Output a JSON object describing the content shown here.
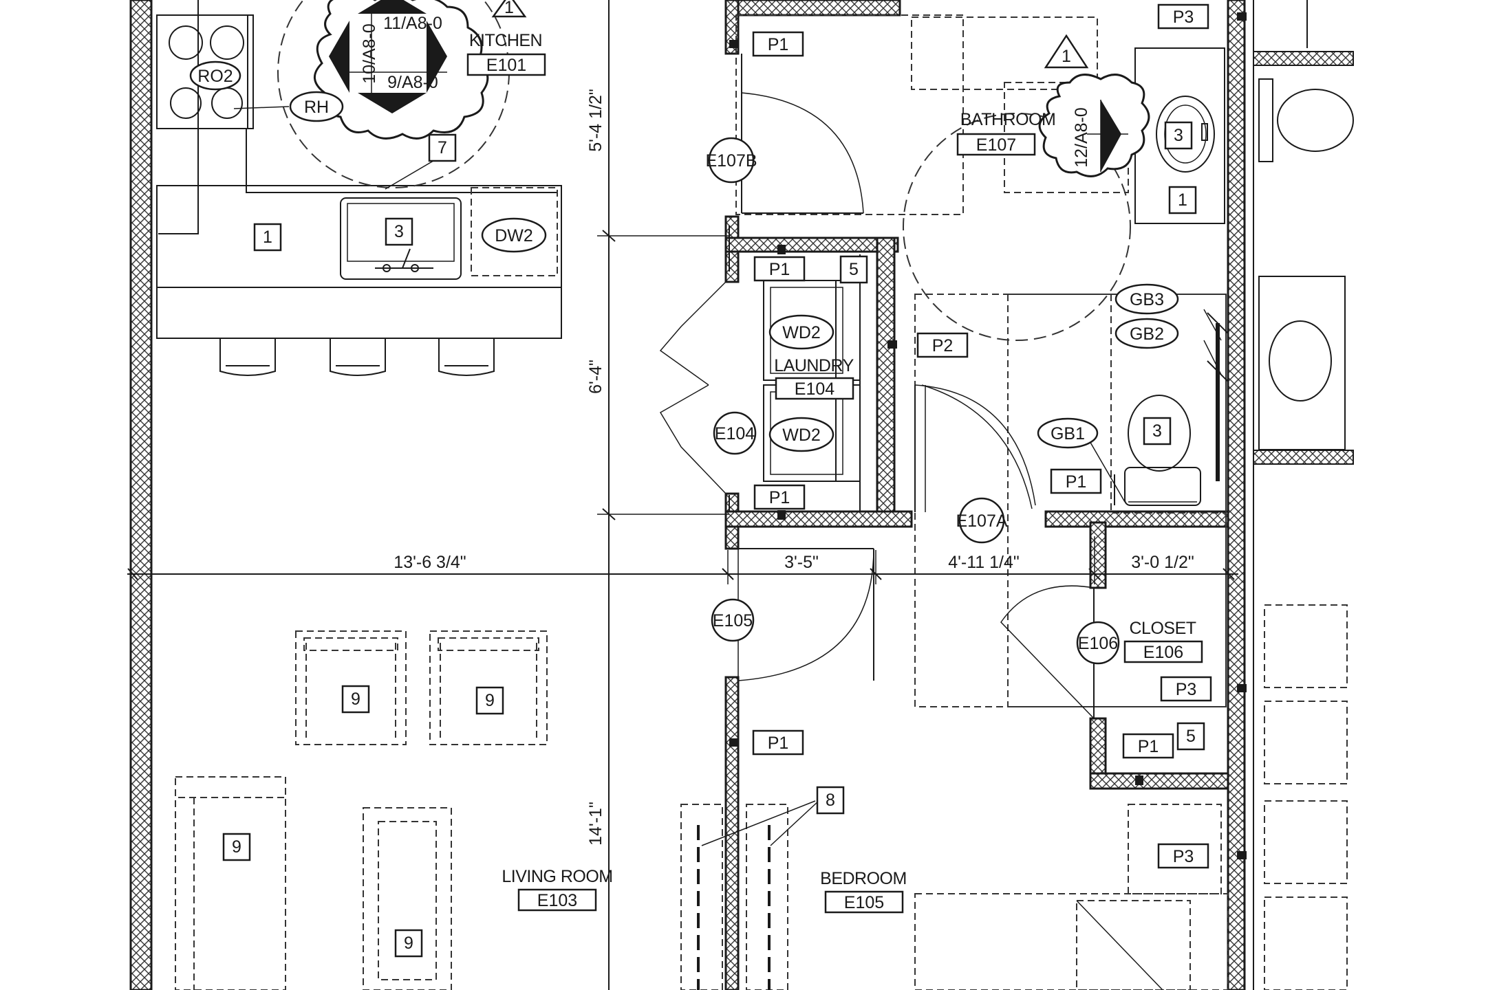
{
  "rooms": [
    {
      "name": "KITCHEN",
      "number": "E101"
    },
    {
      "name": "BATHROOM",
      "number": "E107"
    },
    {
      "name": "LAUNDRY",
      "number": "E104"
    },
    {
      "name": "CLOSET",
      "number": "E106"
    },
    {
      "name": "LIVING ROOM",
      "number": "E103"
    },
    {
      "name": "BEDROOM",
      "number": "E105"
    }
  ],
  "door_tags": [
    "E107B",
    "E104",
    "E107A",
    "E105",
    "E106"
  ],
  "equipment_tags": [
    "RO2",
    "RH",
    "DW2",
    "WD2",
    "WD2",
    "GB3",
    "GB2",
    "GB1"
  ],
  "panel_tags": [
    "P1",
    "P1",
    "P1",
    "P1",
    "P1",
    "P2",
    "P3",
    "P3",
    "P3"
  ],
  "keynotes": [
    "1",
    "3",
    "7",
    "5",
    "3",
    "1",
    "3",
    "5",
    "9",
    "9",
    "9",
    "9",
    "8"
  ],
  "revisions": [
    "1",
    "1"
  ],
  "section_refs": [
    "11/A8-0",
    "10/A8-0",
    "9/A8-0",
    "12/A8-0"
  ],
  "dimensions": [
    "5'-4 1/2\"",
    "6'-4\"",
    "14'-1\"",
    "13'-6 3/4\"",
    "3'-5\"",
    "4'-11 1/4\"",
    "3'-0 1/2\""
  ]
}
